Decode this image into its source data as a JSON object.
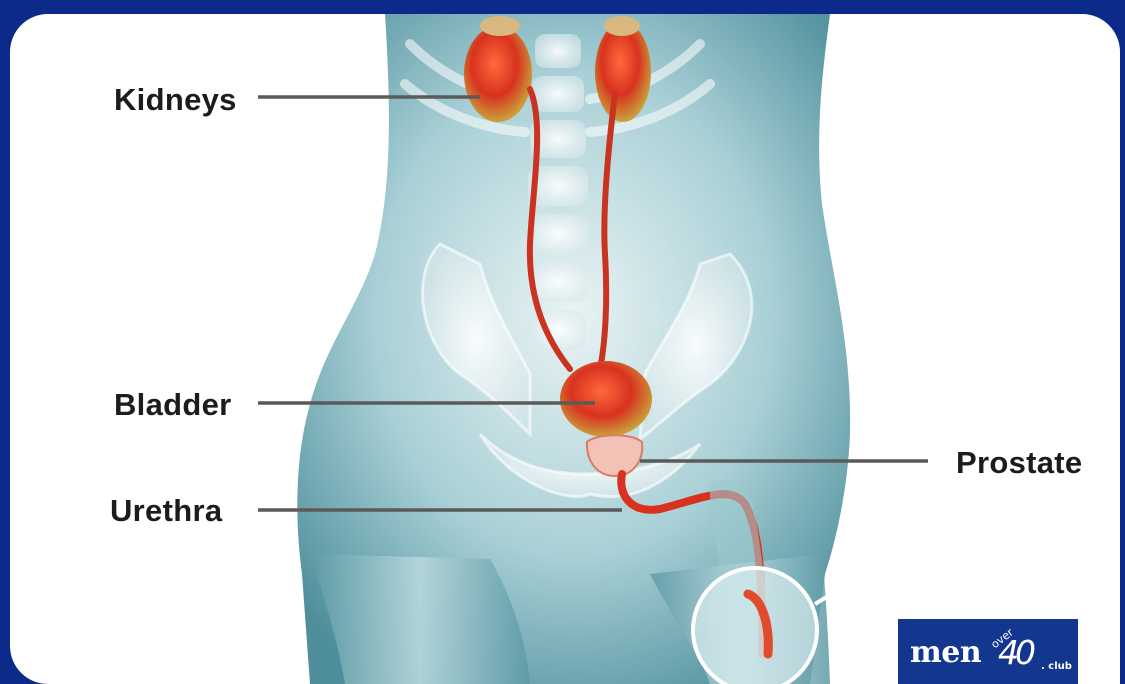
{
  "labels": {
    "kidneys": "Kidneys",
    "bladder": "Bladder",
    "prostate": "Prostate",
    "urethra": "Urethra"
  },
  "logo": {
    "main": "men",
    "over": "over",
    "number": "40",
    "suffix": ". club"
  },
  "colors": {
    "background": "#0b2a8a",
    "panel": "#ffffff",
    "body": "#7fb5bf",
    "organ": "#d8321f",
    "leader_line": "#5a5a5a",
    "label_text": "#1c1c1c",
    "logo_background": "#13378f"
  }
}
